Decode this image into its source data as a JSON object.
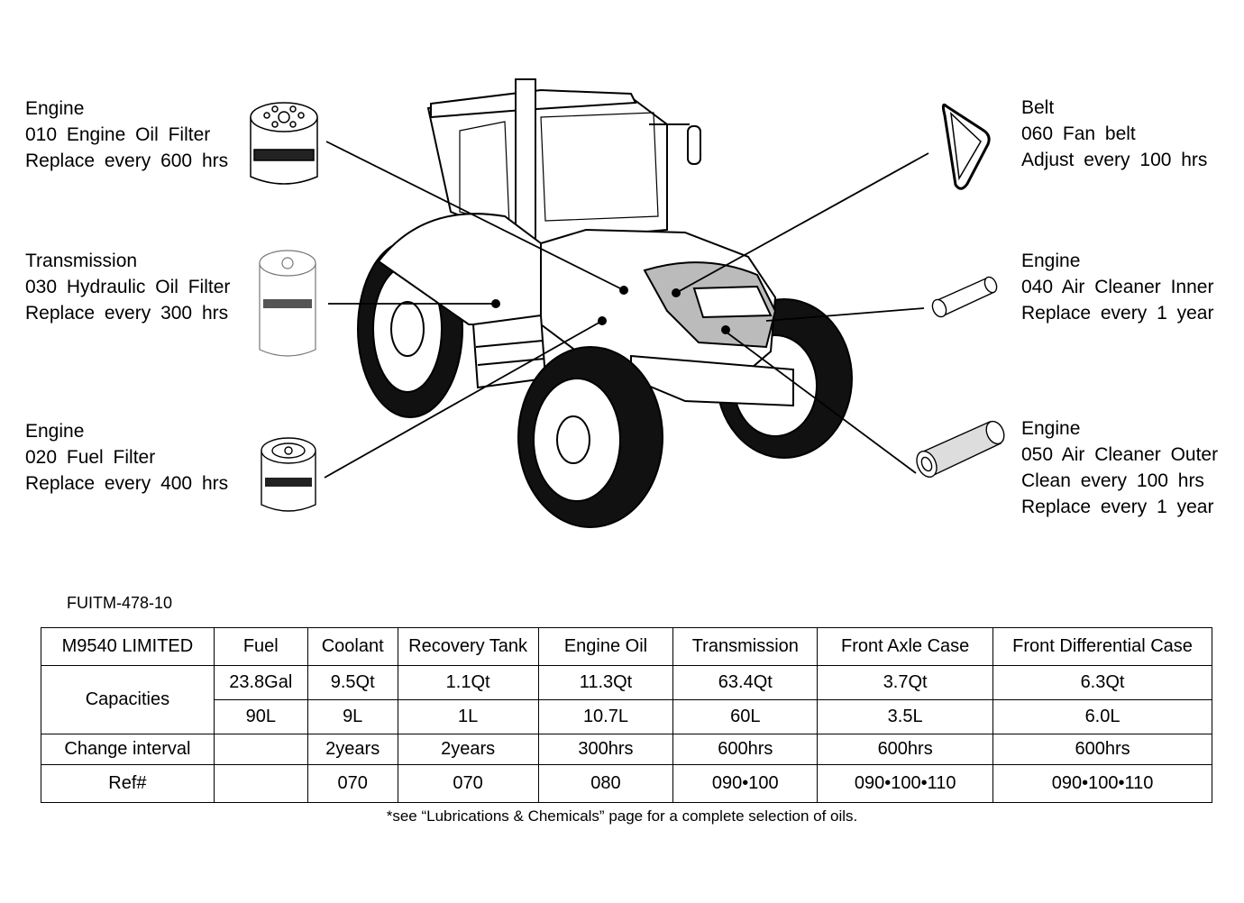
{
  "callouts": {
    "oil_filter": {
      "system": "Engine",
      "part": "010 Engine Oil Filter",
      "service": "Replace every 600 hrs"
    },
    "hydraulic_filter": {
      "system": "Transmission",
      "part": "030 Hydraulic Oil Filter",
      "service": "Replace every 300 hrs"
    },
    "fuel_filter": {
      "system": "Engine",
      "part": "020 Fuel Filter",
      "service": "Replace every 400 hrs"
    },
    "fan_belt": {
      "system": "Belt",
      "part": "060 Fan belt",
      "service": "Adjust every 100 hrs"
    },
    "air_inner": {
      "system": "Engine",
      "part": "040 Air Cleaner Inner",
      "service": "Replace every 1 year"
    },
    "air_outer": {
      "system": "Engine",
      "part": "050 Air Cleaner Outer",
      "service": "Clean every 100 hrs",
      "service2": "Replace every 1 year"
    }
  },
  "figure_code": "FUITM-478-10",
  "table": {
    "model": "M9540 LIMITED",
    "headers": [
      "Fuel",
      "Coolant",
      "Recovery Tank",
      "Engine Oil",
      "Transmission",
      "Front Axle Case",
      "Front Differential Case"
    ],
    "capacities_label": "Capacities",
    "capacities_us": [
      "23.8Gal",
      "9.5Qt",
      "1.1Qt",
      "11.3Qt",
      "63.4Qt",
      "3.7Qt",
      "6.3Qt"
    ],
    "capacities_metric": [
      "90L",
      "9L",
      "1L",
      "10.7L",
      "60L",
      "3.5L",
      "6.0L"
    ],
    "interval_label": "Change interval",
    "intervals": [
      "",
      "2years",
      "2years",
      "300hrs",
      "600hrs",
      "600hrs",
      "600hrs"
    ],
    "ref_label": "Ref#",
    "refs": [
      "",
      "070",
      "070",
      "080",
      "090•100",
      "090•100•110",
      "090•100•110"
    ]
  },
  "footnote": "*see “Lubrications & Chemicals” page for a complete selection of oils."
}
